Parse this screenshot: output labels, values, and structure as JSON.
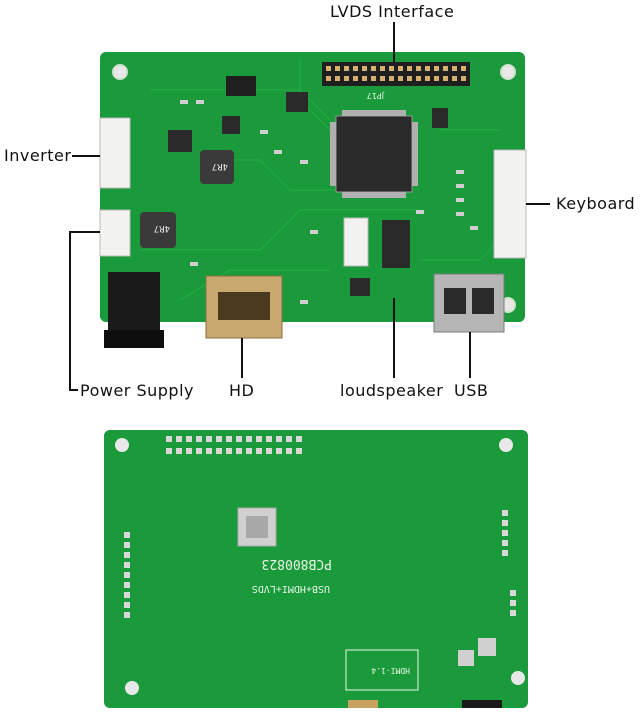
{
  "labels": {
    "lvds": "LVDS Interface",
    "inverter": "Inverter",
    "keyboard": "Keyboard",
    "power_supply": "Power Supply",
    "hd": "HD",
    "loudspeaker": "loudspeaker",
    "usb": "USB"
  },
  "top_board": {
    "jp_label": "JP17",
    "inductor_1": "4R7",
    "inductor_2": "4R7"
  },
  "bottom_board": {
    "pcb_id": "PCB800823",
    "pcb_desc": "USB+HDMI+LVDS",
    "hdmi_label": "HDMI-1.4"
  },
  "colors": {
    "board": "#1a9a3a",
    "board_dark": "#127a2c",
    "silk": "#e8f5e8",
    "chip": "#2a2a2a",
    "connector": "#f2f2ee",
    "metal": "#c9c9c9",
    "gold": "#c8a060"
  }
}
